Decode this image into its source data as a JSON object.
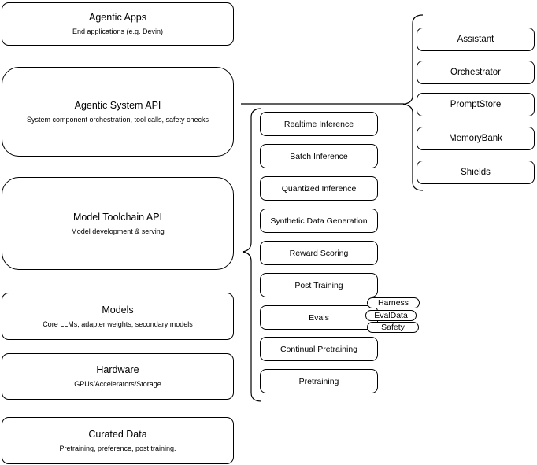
{
  "stack": {
    "layers": [
      {
        "title": "Agentic Apps",
        "subtitle": "End applications (e.g. Devin)"
      },
      {
        "title": "Agentic System API",
        "subtitle": "System component orchestration, tool calls, safety checks"
      },
      {
        "title": "Model Toolchain API",
        "subtitle": "Model development & serving"
      },
      {
        "title": "Models",
        "subtitle": "Core LLMs, adapter weights, secondary models"
      },
      {
        "title": "Hardware",
        "subtitle": "GPUs/Accelerators/Storage"
      },
      {
        "title": "Curated Data",
        "subtitle": "Pretraining, preference, post training."
      }
    ]
  },
  "toolchain_api": {
    "items": [
      "Realtime Inference",
      "Batch Inference",
      "Quantized Inference",
      "Synthetic Data Generation",
      "Reward Scoring",
      "Post Training",
      "Evals",
      "Continual Pretraining",
      "Pretraining"
    ]
  },
  "system_api": {
    "components": [
      "Assistant",
      "Orchestrator",
      "PromptStore",
      "MemoryBank",
      "Shields"
    ]
  },
  "evals": {
    "tags": [
      "Harness",
      "EvalData",
      "Safety"
    ]
  },
  "colors": {
    "stroke": "#000000",
    "fill": "#ffffff",
    "text": "#000000",
    "canvas": "#ffffff"
  }
}
